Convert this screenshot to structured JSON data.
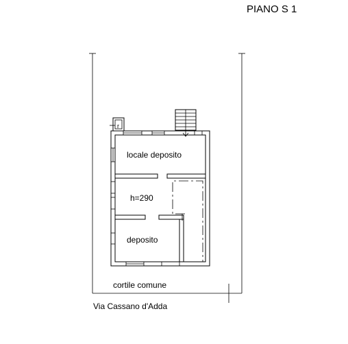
{
  "sheet": {
    "floor_label": "PIANO S 1"
  },
  "rooms": {
    "storage_room": "locale deposito",
    "height_note": "h=290",
    "deposit": "deposito"
  },
  "symbols": {
    "small_room": "r"
  },
  "outside": {
    "courtyard": "cortile comune",
    "street": "Via Cassano d'Adda"
  }
}
